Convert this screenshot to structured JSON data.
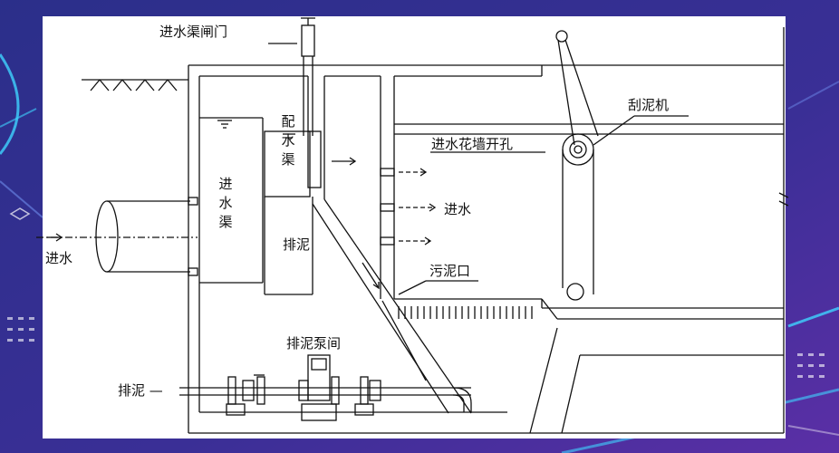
{
  "colors": {
    "background_start": "#2b2f8a",
    "background_end": "#5b2fa6",
    "accent_cyan": "#3fd3ff",
    "panel": "#ffffff",
    "ink": "#111111"
  },
  "labels": {
    "inlet_gate": "进水渠闸门",
    "inflow": "进水",
    "inlet_channel": "进水渠",
    "distribution_channel": "配水渠",
    "sludge_drain": "排泥",
    "sludge_pump_room": "排泥泵间",
    "sludge_outlet_left": "排泥 —",
    "inlet_wall_holes": "进水花墙开孔",
    "inflow_right": "进水",
    "sludge_port": "污泥口",
    "scraper": "刮泥机"
  },
  "icons": {
    "water_level": "water-level-icon",
    "flow_arrow": "flow-arrow-icon"
  }
}
